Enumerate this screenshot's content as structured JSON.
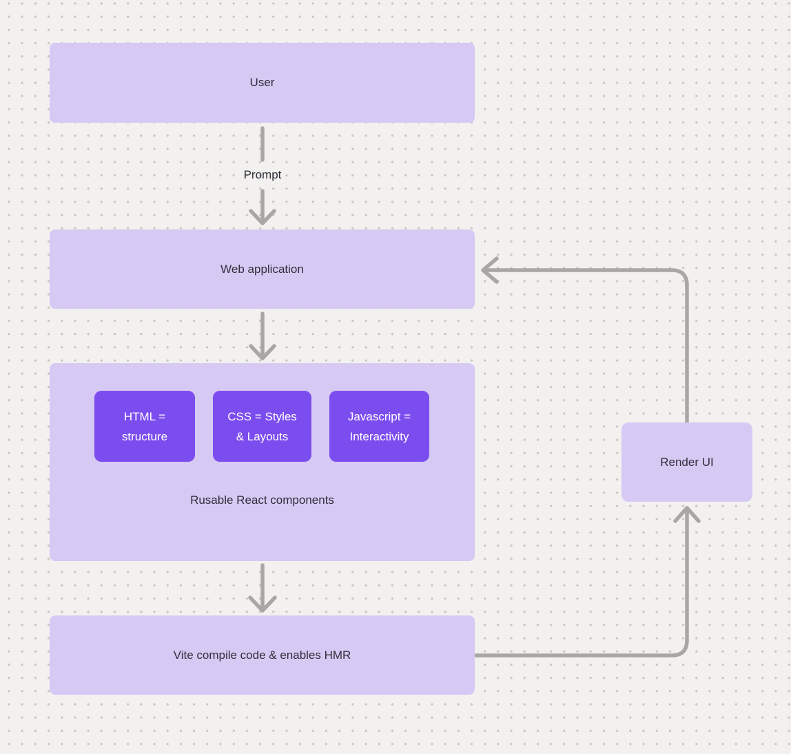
{
  "diagram": {
    "nodes": {
      "user": {
        "label": "User"
      },
      "web_application": {
        "label": "Web application"
      },
      "components_container": {
        "label": "Rusable React components"
      },
      "html": {
        "label": "HTML =\nstructure"
      },
      "css": {
        "label": "CSS = Styles\n& Layouts"
      },
      "javascript": {
        "label": "Javascript =\nInteractivity"
      },
      "vite": {
        "label": "Vite compile code & enables HMR"
      },
      "render_ui": {
        "label": "Render UI"
      }
    },
    "edges": {
      "user_to_web_label": "Prompt"
    }
  },
  "colors": {
    "background": "#f2f1ef",
    "dot": "#c9c6c3",
    "node_light": "#d6c9f4",
    "node_dark": "#7c4dee",
    "arrow": "#a9a7a5",
    "text_dark": "#2f2e38",
    "text_light": "#ffffff"
  }
}
